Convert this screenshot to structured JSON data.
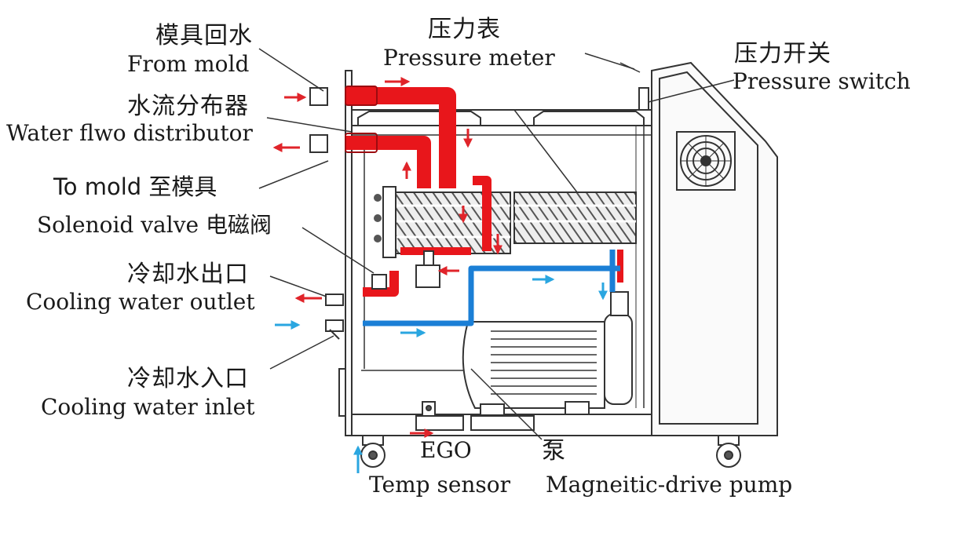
{
  "labels": {
    "from_mold_cn": "模具回水",
    "from_mold_en": "From mold",
    "distributor_cn": "水流分布器",
    "distributor_en": "Water flwo distributor",
    "to_mold": "To mold 至模具",
    "solenoid": "Solenoid valve 电磁阀",
    "cooling_outlet_cn": "冷却水出口",
    "cooling_outlet_en": "Cooling water outlet",
    "cooling_inlet_cn": "冷却水入口",
    "cooling_inlet_en": "Cooling water inlet",
    "pressure_meter_cn": "压力表",
    "pressure_meter_en": "Pressure meter",
    "pressure_switch_cn": "压力开关",
    "pressure_switch_en": "Pressure switch",
    "ego": "EGO",
    "temp_sensor": "Temp sensor",
    "pump_cn": "泵",
    "pump_en": "Magneitic-drive pump"
  },
  "colors": {
    "hot_water": "#e8161b",
    "cooling_water": "#1b7fd6",
    "arrow_red": "#e0242a",
    "arrow_blue": "#2aa6e0",
    "outline": "#333333"
  }
}
